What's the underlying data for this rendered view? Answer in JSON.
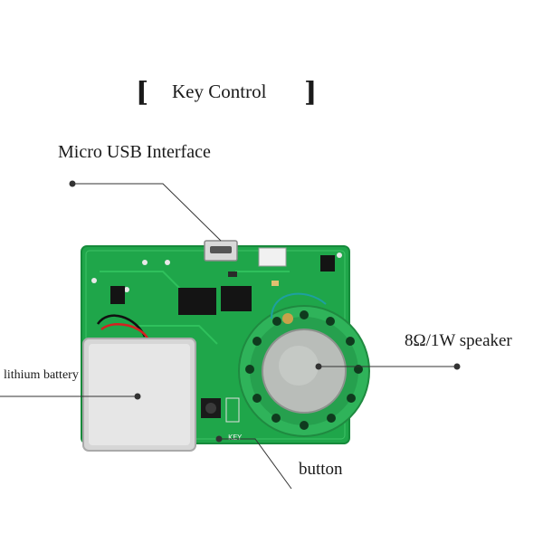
{
  "title": "Key Control",
  "bracket_open": "[",
  "bracket_close": "]",
  "labels": {
    "usb": "Micro USB Interface",
    "speaker": "8Ω/1W speaker",
    "battery": "lithium battery",
    "button": "button",
    "pcb_key": "KEY"
  },
  "colors": {
    "pcb": "#1fa64a",
    "pcb_dark": "#168a3b",
    "speaker_frame": "#2fb35a",
    "speaker_cone": "#b9bdb9",
    "battery": "#d6d6d6",
    "pointer": "#333333"
  }
}
